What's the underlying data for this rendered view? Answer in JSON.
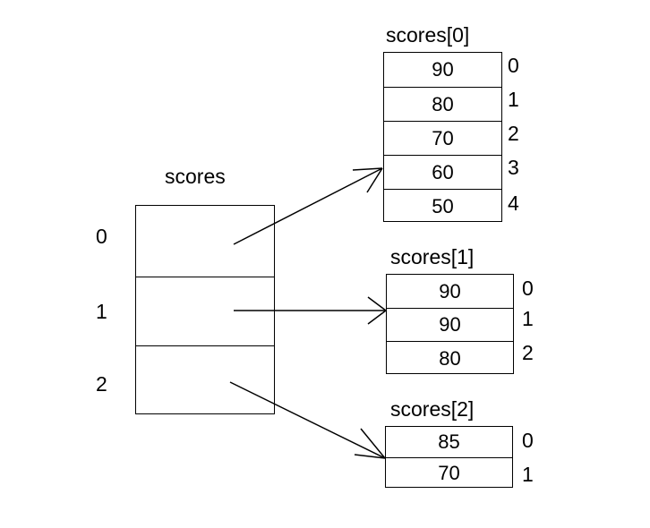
{
  "diagram": {
    "title_main": "scores",
    "main_array": {
      "label": "scores",
      "indices": [
        "0",
        "1",
        "2"
      ],
      "cells": [
        "",
        "",
        ""
      ]
    },
    "element_arrays": [
      {
        "label": "scores[0]",
        "values": [
          "90",
          "80",
          "70",
          "60",
          "50"
        ],
        "indices": [
          "0",
          "1",
          "2",
          "3",
          "4"
        ]
      },
      {
        "label": "scores[1]",
        "values": [
          "90",
          "90",
          "80"
        ],
        "indices": [
          "0",
          "1",
          "2"
        ]
      },
      {
        "label": "scores[2]",
        "values": [
          "85",
          "70"
        ],
        "indices": [
          "0",
          "1"
        ]
      }
    ],
    "colors": {
      "stroke": "#000000",
      "background": "#ffffff",
      "text": "#000000"
    }
  }
}
